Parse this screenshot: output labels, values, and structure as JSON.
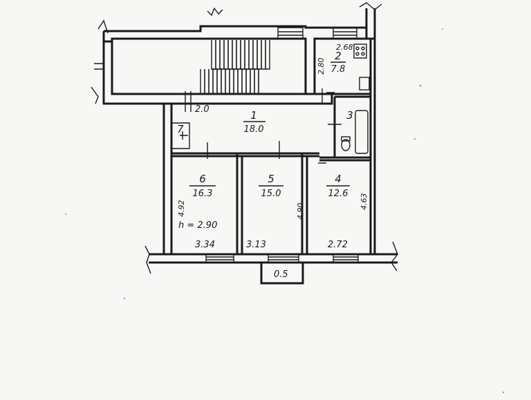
{
  "plan": {
    "ceiling_height": "h = 2.90",
    "rooms": [
      {
        "id": "room-1",
        "number": "1",
        "area": "18.0"
      },
      {
        "id": "room-2",
        "number": "2",
        "area": "7.8"
      },
      {
        "id": "room-3",
        "number": "3"
      },
      {
        "id": "room-4",
        "number": "4",
        "area": "12.6"
      },
      {
        "id": "room-5",
        "number": "5",
        "area": "15.0"
      },
      {
        "id": "room-6",
        "number": "6",
        "area": "16.3"
      },
      {
        "id": "room-7",
        "number": "7"
      }
    ],
    "dimensions": {
      "corridor_width": "2.0",
      "kitchen_width": "2.68",
      "kitchen_depth": "2.80",
      "room6_depth": "4.92",
      "room5_depth": "4.90",
      "room4_depth": "4.63",
      "room6_width": "3.34",
      "room5_width": "3.13",
      "room4_width": "2.72",
      "balcony": "0.5"
    },
    "colors": {
      "ink": "#1a1a1a",
      "paper": "#f7f7f5"
    }
  }
}
